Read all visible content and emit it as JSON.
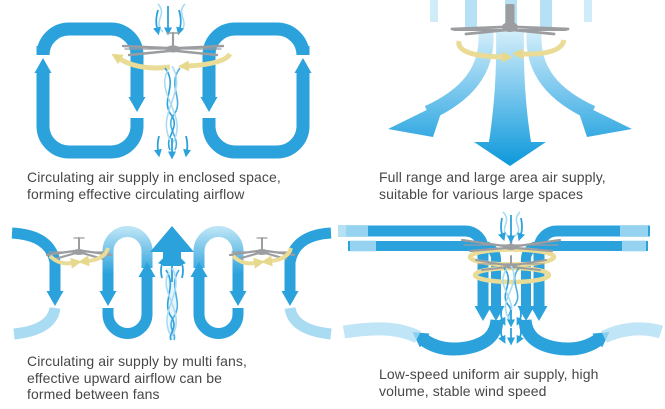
{
  "colors": {
    "bg": "#FFFFFF",
    "blue": "#2BA2DC",
    "blue-light": "#A9DCF3",
    "yellow": "#EADC96",
    "gray": "#9B9DA0",
    "text": "#474747"
  },
  "panels": [
    {
      "name": "enclosed-space-circulation",
      "caption_lines": [
        "Circulating air supply in enclosed space,",
        "forming effective circulating airflow"
      ],
      "icons": [
        "ceiling-fan-icon",
        "rotation-arrows-icon",
        "circulation-loop-icon",
        "airflow-helix-icon"
      ]
    },
    {
      "name": "full-range-supply",
      "caption_lines": [
        "Full range and large area air supply,",
        "suitable for various large spaces"
      ],
      "icons": [
        "ceiling-fan-icon",
        "rotation-ring-icon",
        "outflow-arrows-icon"
      ]
    },
    {
      "name": "multi-fan-circulation",
      "caption_lines": [
        "Circulating air supply by multi fans,",
        "effective upward airflow can be",
        "formed between fans"
      ],
      "icons": [
        "ceiling-fan-icon",
        "rotation-arrows-icon",
        "circulation-loop-icon",
        "updraft-arrow-icon"
      ]
    },
    {
      "name": "low-speed-uniform-supply",
      "caption_lines": [
        "Low-speed uniform air supply, high",
        "volume, stable wind speed"
      ],
      "icons": [
        "ceiling-fan-icon",
        "rotation-ring-icon",
        "downdraft-pipes-icon",
        "outflow-arrows-icon"
      ]
    }
  ]
}
